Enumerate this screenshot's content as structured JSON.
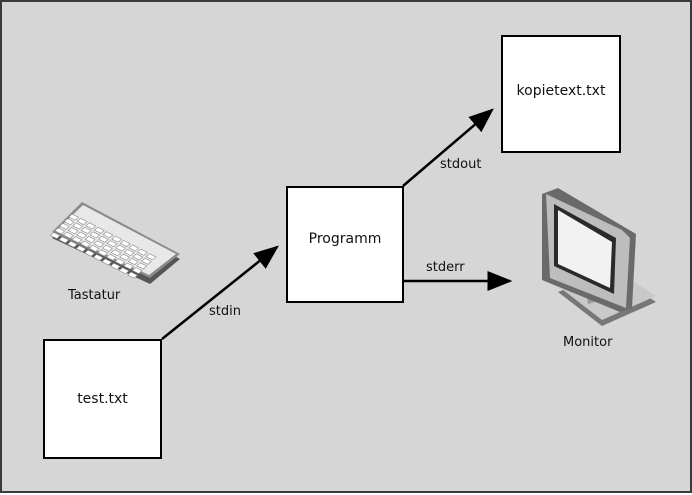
{
  "nodes": {
    "test_file": "test.txt",
    "program": "Programm",
    "copy_file": "kopietext.txt"
  },
  "devices": {
    "keyboard": "Tastatur",
    "monitor": "Monitor"
  },
  "streams": {
    "stdin": "stdin",
    "stdout": "stdout",
    "stderr": "stderr"
  },
  "colors": {
    "background": "#d6d6d6",
    "box_fill": "#ffffff",
    "line": "#000000"
  }
}
